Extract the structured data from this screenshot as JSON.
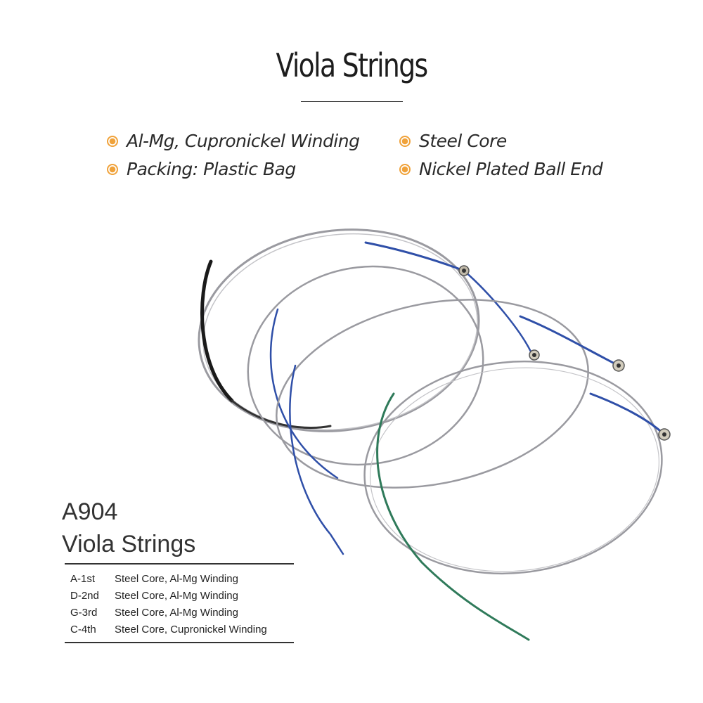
{
  "header": {
    "title": "Viola Strings"
  },
  "features": [
    {
      "label": "Al-Mg, Cupronickel Winding",
      "icon": "bullet-icon"
    },
    {
      "label": "Steel Core",
      "icon": "bullet-icon"
    },
    {
      "label": "Packing: Plastic Bag",
      "icon": "bullet-icon"
    },
    {
      "label": "Nickel Plated Ball End",
      "icon": "bullet-icon"
    }
  ],
  "product": {
    "model": "A904",
    "name": "Viola Strings",
    "specs": [
      {
        "position": "A-1st",
        "description": "Steel Core, Al-Mg Winding"
      },
      {
        "position": "D-2nd",
        "description": "Steel Core, Al-Mg Winding"
      },
      {
        "position": "G-3rd",
        "description": "Steel Core, Al-Mg Winding"
      },
      {
        "position": "C-4th",
        "description": "Steel Core, Cupronickel Winding"
      }
    ]
  },
  "colors": {
    "bullet": "#f0a23a",
    "string_silver": "#8a8a90",
    "winding_blue": "#2f4fa8",
    "winding_green": "#2f7a5a",
    "winding_black": "#1a1a1a"
  }
}
